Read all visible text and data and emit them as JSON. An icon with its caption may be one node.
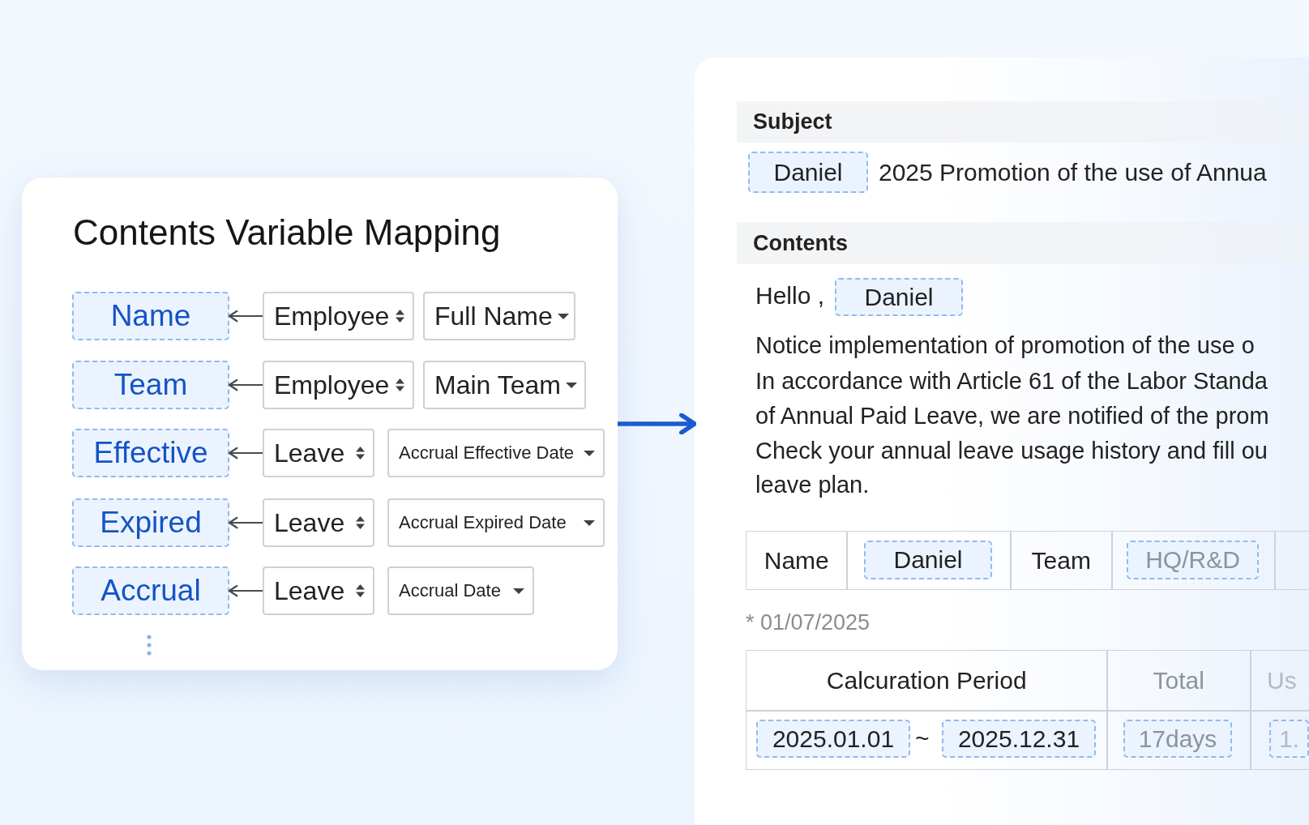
{
  "diagram": {
    "nodes": [
      {
        "text": [
          "Contents Variable Mapping"
        ]
      },
      {
        "text": [
          "Name"
        ],
        "in": 0
      },
      {
        "text": [
          "Employee"
        ],
        "in": 0
      },
      {
        "text": [
          "Full Name"
        ],
        "in": 0
      },
      {
        "text": [
          "Team"
        ],
        "in": 0
      },
      {
        "text": [
          "Employee"
        ],
        "in": 0
      },
      {
        "text": [
          "Main Team"
        ],
        "in": 0
      },
      {
        "text": [
          "Effective"
        ],
        "in": 0
      },
      {
        "text": [
          "Leave"
        ],
        "in": 0
      },
      {
        "text": [
          "Accrual Effective Date"
        ],
        "in": 0
      },
      {
        "text": [
          "Expired"
        ],
        "in": 0
      },
      {
        "text": [
          "Leave"
        ],
        "in": 0
      },
      {
        "text": [
          "Accrual Expired Date"
        ],
        "in": 0
      },
      {
        "text": [
          "Accrual"
        ],
        "in": 0
      },
      {
        "text": [
          "Leave"
        ],
        "in": 0
      },
      {
        "text": [
          "Accrual Date"
        ],
        "in": 0
      },
      {
        "text": [],
        "shape": "box"
      },
      {
        "text": [
          "Subject"
        ],
        "in": 16
      },
      {
        "text": [
          "Daniel"
        ],
        "in": 16
      },
      {
        "text": [
          "Contents"
        ],
        "in": 16
      },
      {
        "text": [
          "Daniel"
        ],
        "in": 16
      },
      {
        "text": [
          "Daniel"
        ],
        "in": 16
      },
      {
        "text": [
          "HQ/R&D"
        ],
        "in": 16
      },
      {
        "text": [
          "2025.01.01"
        ],
        "in": 16
      },
      {
        "text": [
          "2025.12.31"
        ],
        "in": 16
      },
      {
        "text": [
          "17days"
        ],
        "in": 16
      },
      {
        "text": [
          "1."
        ],
        "in": 16
      }
    ],
    "edges": [
      {
        "from": 2,
        "to": 1,
        "arrow": "to"
      },
      {
        "from": 5,
        "to": 4,
        "arrow": "to"
      },
      {
        "from": 8,
        "to": 7,
        "arrow": "to"
      },
      {
        "from": 11,
        "to": 10,
        "arrow": "to"
      },
      {
        "from": 14,
        "to": 13,
        "arrow": "to"
      },
      {
        "from": 0,
        "to": 16,
        "arrow": "to",
        "style": "thick",
        "color": "#1a5bd1"
      }
    ],
    "labels": [
      "2025 Promotion of the use of Annua",
      "Hello ,",
      "Notice implementation of promotion of the use o",
      "In accordance with Article 61 of the Labor Standa",
      "of Annual Paid Leave, we are notified of the prom",
      "Check your annual leave usage history and fill ou",
      "leave plan.",
      "Name",
      "Team",
      "* 01/07/2025",
      "Calcuration Period",
      "Total",
      "Us",
      "~"
    ]
  }
}
